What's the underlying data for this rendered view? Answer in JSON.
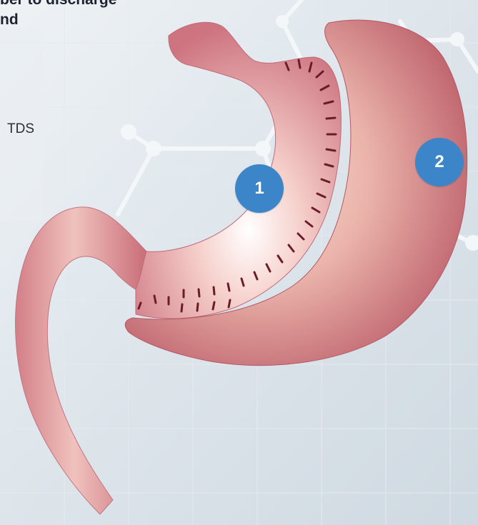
{
  "heading": {
    "line1": "ber to discharge",
    "line2": "nd"
  },
  "sidenote": "TDS",
  "markers": [
    {
      "id": "1",
      "label": "1"
    },
    {
      "id": "2",
      "label": "2"
    }
  ],
  "colors": {
    "background": "#dde5eb",
    "tissue": "#d9858b",
    "tissue_highlight": "#f6d6cc",
    "tissue_dark": "#b85a68",
    "staple": "#6b1c2a",
    "marker": "#3c85c8",
    "network_lines": "#f3f6f8"
  }
}
